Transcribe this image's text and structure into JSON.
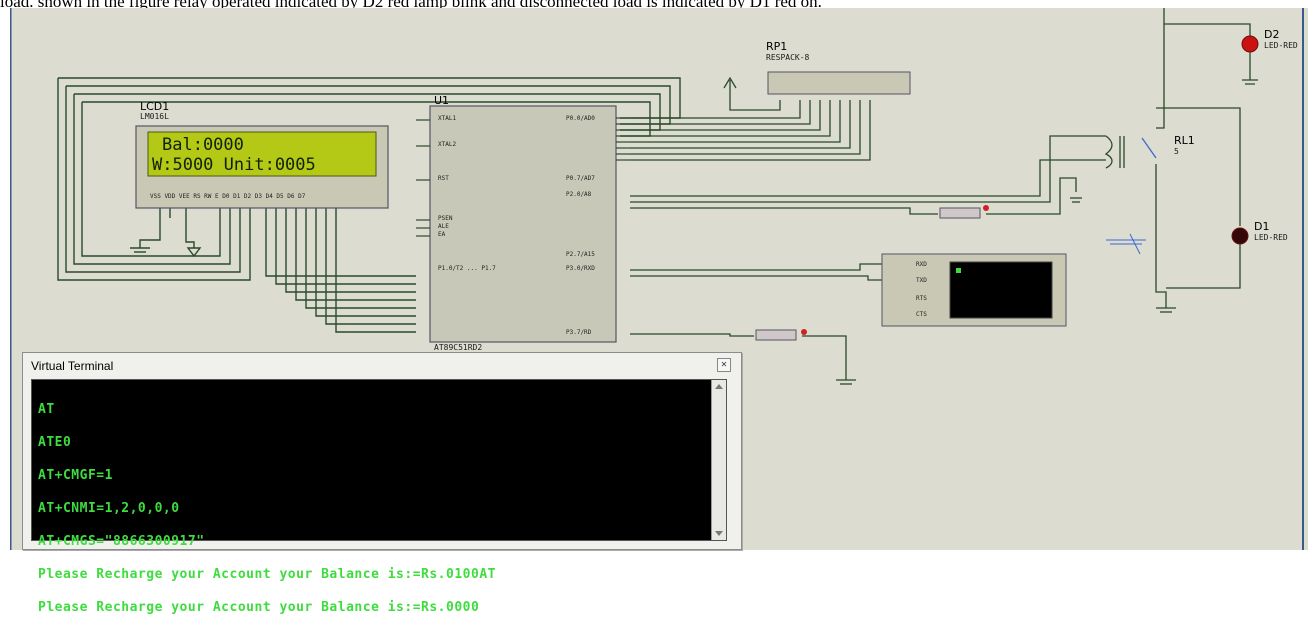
{
  "caption": "load. shown in the figure relay operated indicated by D2 red lamp blink and disconnected load is indicated by D1 red on.",
  "components": {
    "lcd": {
      "ref": "LCD1",
      "part": "LM016L",
      "line1": "Bal:0000",
      "line2": "W:5000 Unit:0005"
    },
    "mcu": {
      "ref": "U1",
      "part": "AT89C51RD2"
    },
    "pack": {
      "ref": "RP1",
      "part": "RESPACK-8"
    },
    "relay": {
      "ref": "RL1",
      "val": "5"
    },
    "led_d2": {
      "ref": "D2",
      "part": "LED-RED"
    },
    "led_d1": {
      "ref": "D1",
      "part": "LED-RED"
    }
  },
  "terminal": {
    "title": "Virtual Terminal",
    "lines": [
      "AT",
      "ATE0",
      "AT+CMGF=1",
      "AT+CNMI=1,2,0,0,0",
      "AT+CMGS=\"8866300917\"",
      "Please Recharge your Account your Balance is:=Rs.0100AT",
      "Please Recharge your Account your Balance is:=Rs.0000"
    ]
  },
  "colors": {
    "wire": "#2a4a2a",
    "lcd_bg": "#b4c816",
    "led": "#cc1111",
    "terminal_text": "#3fdc3f"
  }
}
